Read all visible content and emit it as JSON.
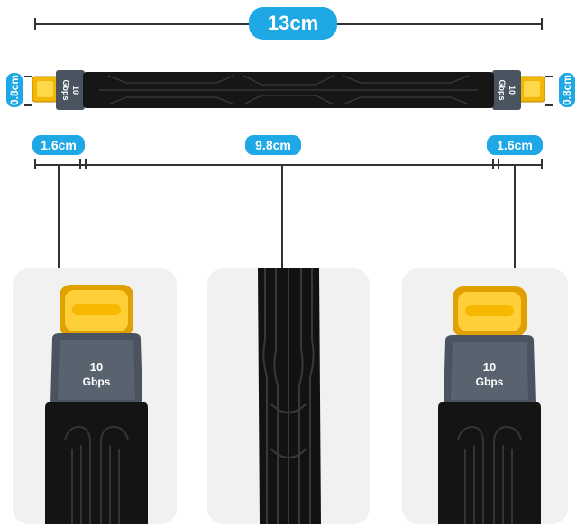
{
  "dimensions": {
    "total": "13cm",
    "height": "0.8cm",
    "connector_left": "1.6cm",
    "cable_middle": "9.8cm",
    "connector_right": "1.6cm"
  },
  "connector_label": {
    "speed": "10",
    "unit": "Gbps"
  },
  "colors": {
    "accent": "#1fa8e6",
    "cable": "#161616",
    "connector_metal": "#4a5360",
    "usb_c_gold": "#f2b705"
  },
  "icons": [
    "usb-c-connector-icon",
    "flat-cable-icon"
  ]
}
